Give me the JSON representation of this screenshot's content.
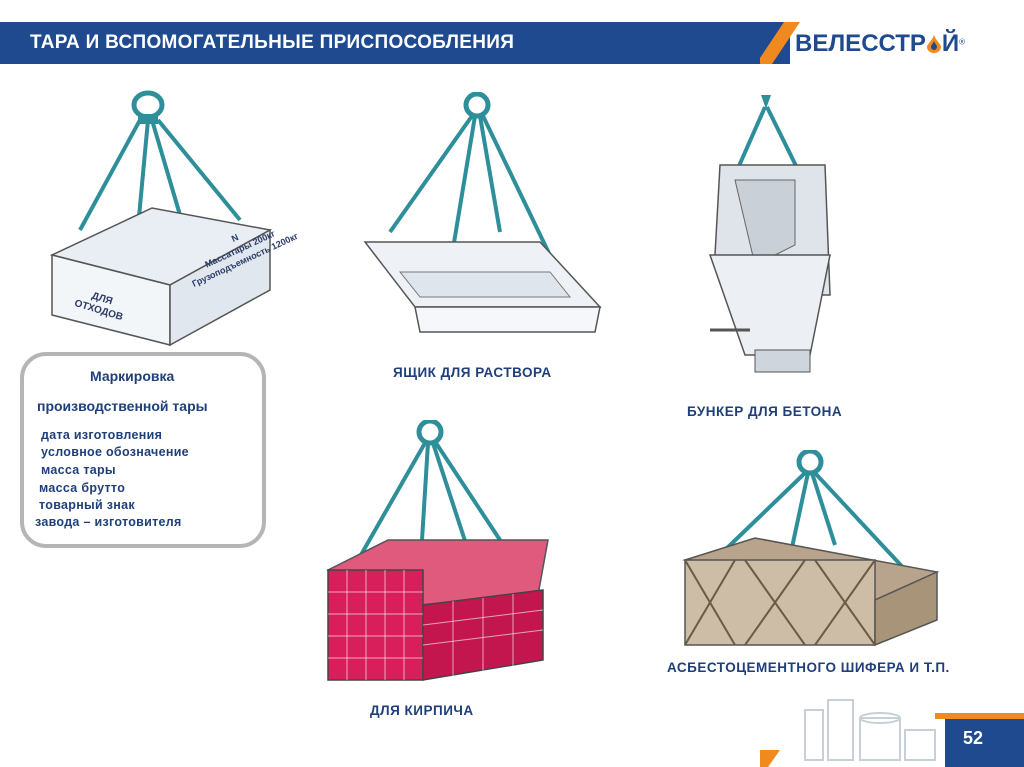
{
  "header": {
    "title": "ТАРА И ВСПОМОГАТЕЛЬНЫЕ ПРИСПОСОБЛЕНИЯ"
  },
  "logo": {
    "text": "ВЕЛЕССТР",
    "tail": "Й",
    "reg": "®"
  },
  "waste_box": {
    "label_line1": "ДЛЯ",
    "label_line2": "ОТХОДОВ",
    "spec_n": "N",
    "spec_tare": "Массатары 200кг",
    "spec_capacity": "Грузоподъемность 1200кг"
  },
  "marking": {
    "title": "Маркировка",
    "subtitle": "производственной тары",
    "items": [
      "дата изготовления",
      "условное обозначение",
      "масса тары",
      "масса брутто",
      "товарный знак",
      "завода – изготовителя"
    ]
  },
  "captions": {
    "mortar": "ЯЩИК ДЛЯ РАСТВОРА",
    "concrete": "БУНКЕР ДЛЯ БЕТОНА",
    "brick": "ДЛЯ КИРПИЧА",
    "slate": "АСБЕСТОЦЕМЕНТНОГО ШИФЕРА И Т.П."
  },
  "footer": {
    "page_number": "52"
  },
  "colors": {
    "header": "#1f4a8f",
    "accent_orange": "#f08a1e",
    "rope": "#2e8f9a",
    "text_blue": "#1f3f7a",
    "brick": "#d81e5b"
  }
}
